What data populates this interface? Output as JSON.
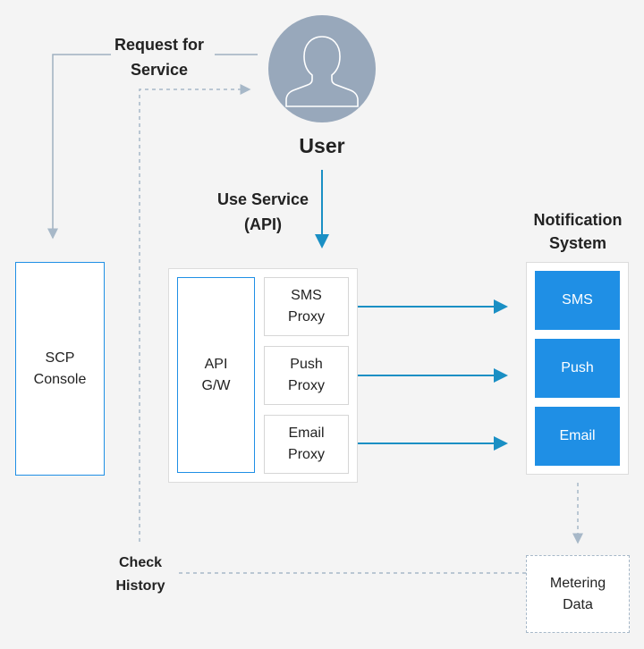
{
  "user": {
    "label": "User",
    "icon": "user-avatar-icon"
  },
  "flows": {
    "request_for_service": "Request for\nService",
    "use_service_api": "Use Service\n(API)",
    "check_history": "Check\nHistory"
  },
  "scp_console": {
    "label": "SCP\nConsole"
  },
  "api_gateway": {
    "label": "API\nG/W"
  },
  "proxies": [
    {
      "label": "SMS\nProxy"
    },
    {
      "label": "Push\nProxy"
    },
    {
      "label": "Email\nProxy"
    }
  ],
  "notification_system": {
    "title": "Notification\nSystem",
    "channels": [
      {
        "label": "SMS"
      },
      {
        "label": "Push"
      },
      {
        "label": "Email"
      }
    ]
  },
  "metering_data": {
    "label": "Metering\nData"
  },
  "colors": {
    "background": "#f4f4f4",
    "accent_blue": "#1f8fe5",
    "arrow_teal": "#1a8fc4",
    "gray_line": "#9fb0c0",
    "dashed_line": "#a7b8c8",
    "avatar": "#98a8bb"
  }
}
